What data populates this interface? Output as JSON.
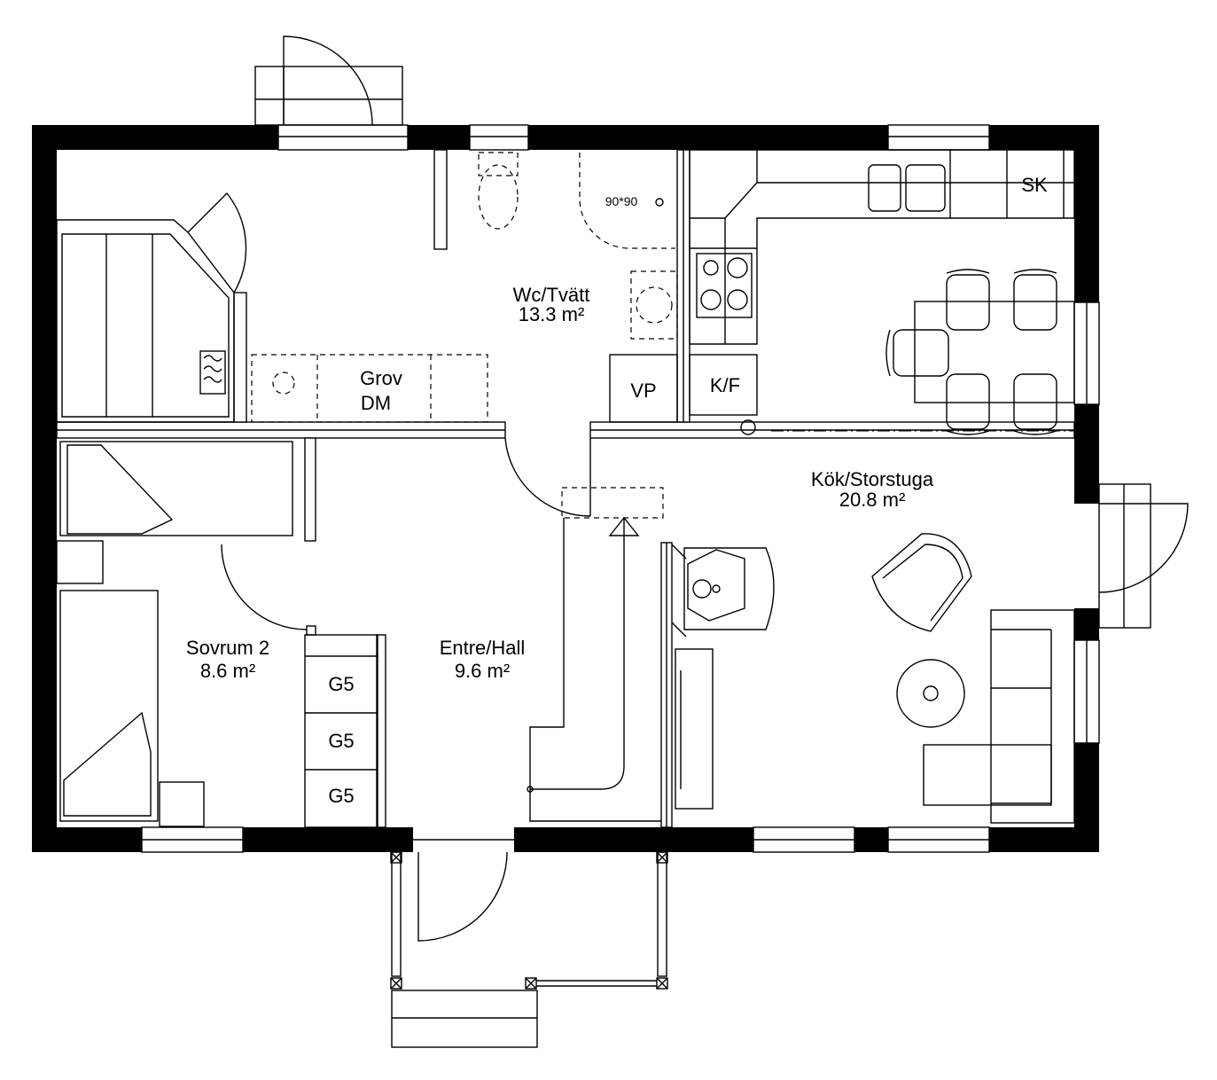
{
  "rooms": {
    "wc": {
      "name": "Wc/Tvätt",
      "area": "13.3 m²"
    },
    "grov": {
      "line1": "Grov",
      "line2": "DM"
    },
    "kok": {
      "name": "Kök/Storstuga",
      "area": "20.8 m²"
    },
    "sovrum": {
      "name": "Sovrum 2",
      "area": "8.6 m²"
    },
    "entre": {
      "name": "Entre/Hall",
      "area": "9.6 m²"
    }
  },
  "fixtures": {
    "shower": "90*90",
    "sk": "SK",
    "vp": "VP",
    "kf": "K/F",
    "wardrobes": [
      "G5",
      "G5",
      "G5"
    ]
  }
}
